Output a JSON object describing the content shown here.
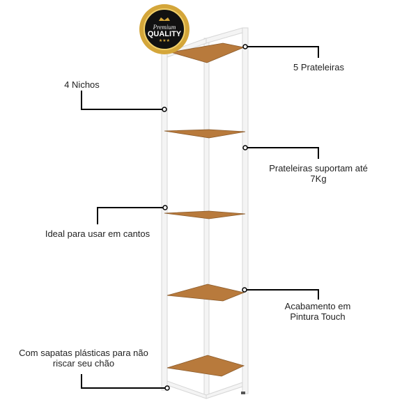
{
  "badge": {
    "line1": "Premium",
    "line2": "QUALITY",
    "stars": "★★★"
  },
  "callouts": {
    "shelves": "5 Prateleiras",
    "niches": "4 Nichos",
    "load_line1": "Prateleiras suportam até",
    "load_line2": "7Kg",
    "corners": "Ideal para usar em cantos",
    "finish_line1": "Acabamento em",
    "finish_line2": "Pintura Touch",
    "feet_line1": "Com sapatas plásticas para não",
    "feet_line2": "riscar seu chão"
  },
  "colors": {
    "wood": "#b87a3c",
    "frame": "#f2f2f2",
    "gold": "#d4a63a"
  }
}
